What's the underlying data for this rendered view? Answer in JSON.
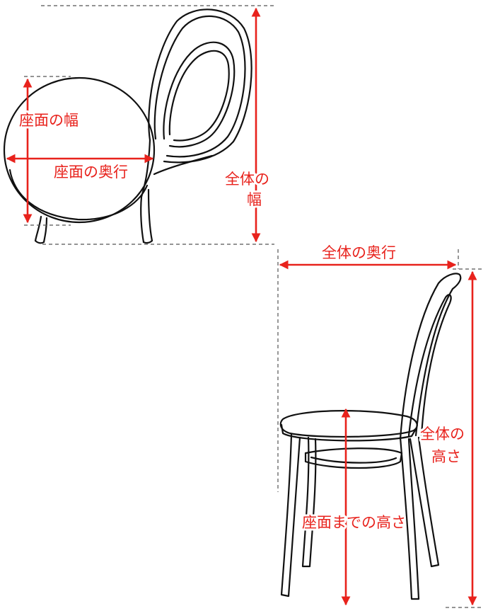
{
  "colors": {
    "dimension": "#e8221c",
    "line": "#111111",
    "guide": "#555555"
  },
  "top_view": {
    "seat_width": "座面の幅",
    "seat_depth": "座面の奥行",
    "overall_width_line1": "全体の",
    "overall_width_line2": "幅"
  },
  "side_view": {
    "overall_depth": "全体の奥行",
    "overall_height_line1": "全体の",
    "overall_height_line2": "高さ",
    "seat_height": "座面までの高さ"
  }
}
